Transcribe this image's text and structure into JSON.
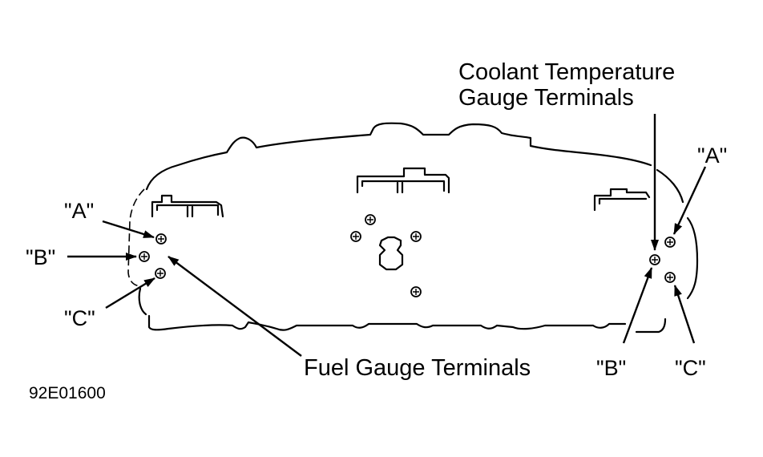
{
  "labels": {
    "coolant_title_line1": "Coolant Temperature",
    "coolant_title_line2": "Gauge Terminals",
    "fuel_title": "Fuel Gauge Terminals",
    "left_a": "\"A\"",
    "left_b": "\"B\"",
    "left_c": "\"C\"",
    "right_a": "\"A\"",
    "right_b": "\"B\"",
    "right_c": "\"C\"",
    "figure_code": "92E01600"
  }
}
